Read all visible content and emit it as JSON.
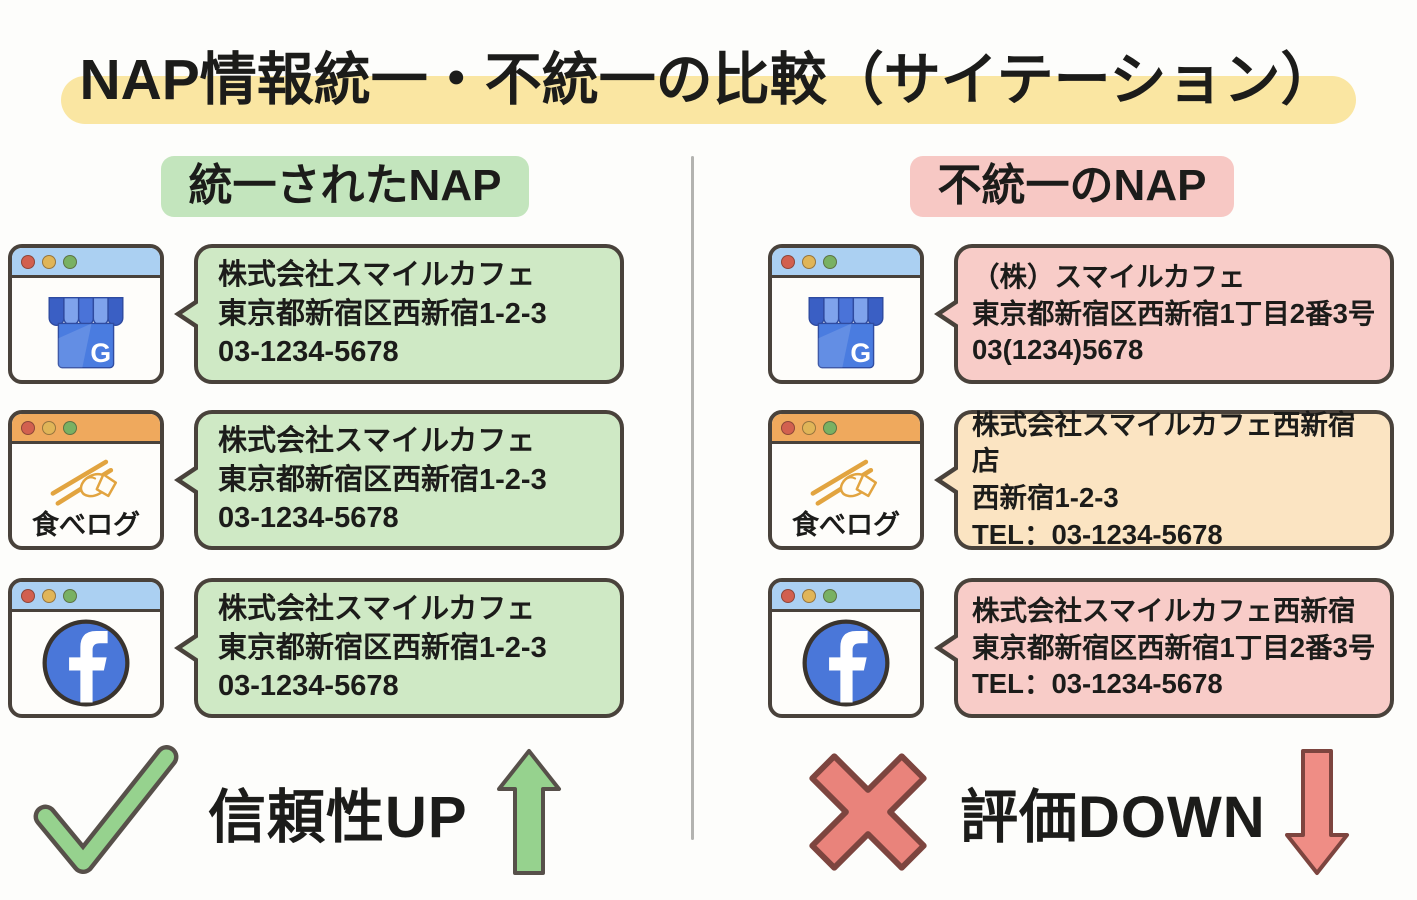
{
  "title": {
    "text": "NAP情報統一・不統一の比較（サイテーション）"
  },
  "columns": {
    "left": {
      "header": "統一されたNAP",
      "rows": [
        {
          "site": "google-business-profile",
          "bubble_lines": [
            "株式会社スマイルカフェ",
            "東京都新宿区西新宿1-2-3",
            "03-1234-5678"
          ]
        },
        {
          "site": "tabelog",
          "site_label": "食べログ",
          "bubble_lines": [
            "株式会社スマイルカフェ",
            "東京都新宿区西新宿1-2-3",
            "03-1234-5678"
          ]
        },
        {
          "site": "facebook",
          "bubble_lines": [
            "株式会社スマイルカフェ",
            "東京都新宿区西新宿1-2-3",
            "03-1234-5678"
          ]
        }
      ],
      "verdict": {
        "symbol": "checkmark",
        "label": "信頼性UP",
        "arrow": "up"
      }
    },
    "right": {
      "header": "不統一のNAP",
      "rows": [
        {
          "site": "google-business-profile",
          "bubble_lines": [
            "（株）スマイルカフェ",
            "東京都新宿区西新宿1丁目2番3号",
            "03(1234)5678"
          ]
        },
        {
          "site": "tabelog",
          "site_label": "食べログ",
          "bubble_lines": [
            "株式会社スマイルカフェ西新宿店",
            "西新宿1-2-3",
            "TEL：03-1234-5678"
          ]
        },
        {
          "site": "facebook",
          "bubble_lines": [
            "株式会社スマイルカフェ西新宿",
            "東京都新宿区西新宿1丁目2番3号",
            "TEL：03-1234-5678"
          ]
        }
      ],
      "verdict": {
        "symbol": "cross",
        "label": "評価DOWN",
        "arrow": "down"
      }
    }
  },
  "icons": {
    "gmb_letter": "G",
    "facebook_letter": "f"
  },
  "colors": {
    "highlight_yellow": "#fae6a2",
    "header_green": "#c3e5bd",
    "header_pink": "#f7c8c4",
    "bubble_green": "#cfe9c5",
    "bubble_pink": "#f8ccc8",
    "bubble_tan": "#fbe4c2",
    "window_border": "#49423b",
    "browser_blue": "#abd0f2",
    "browser_orange": "#efa95d",
    "gmb_blue": "#4a7ce0",
    "facebook_blue": "#4a77d9",
    "check_green": "#96d28e",
    "cross_red": "#e9837b",
    "arrow_red": "#ef8d85",
    "divider_gray": "#b3b3b0"
  }
}
